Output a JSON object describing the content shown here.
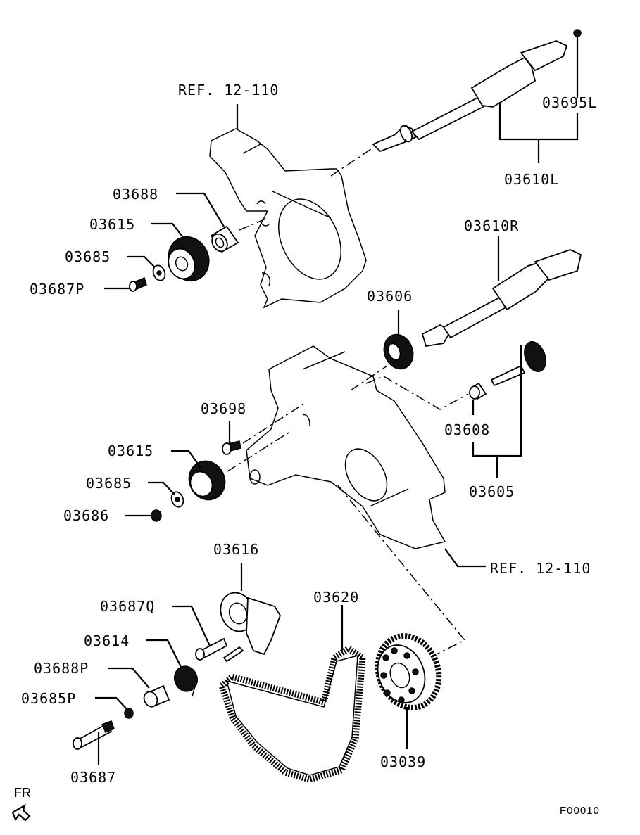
{
  "diagram": {
    "type": "exploded parts diagram",
    "figure_code": "F00010",
    "direction_indicator": "FR",
    "references": [
      {
        "id": "ref-upper",
        "text": "REF. 12-110"
      },
      {
        "id": "ref-lower",
        "text": "REF. 12-110"
      }
    ],
    "part_labels": [
      {
        "id": "p03695L",
        "text": "03695L"
      },
      {
        "id": "p03610L",
        "text": "03610L"
      },
      {
        "id": "p03688",
        "text": "03688"
      },
      {
        "id": "p03615a",
        "text": "03615"
      },
      {
        "id": "p03685a",
        "text": "03685"
      },
      {
        "id": "p03687P",
        "text": "03687P"
      },
      {
        "id": "p03610R",
        "text": "03610R"
      },
      {
        "id": "p03606",
        "text": "03606"
      },
      {
        "id": "p03698",
        "text": "03698"
      },
      {
        "id": "p03615b",
        "text": "03615"
      },
      {
        "id": "p03685b",
        "text": "03685"
      },
      {
        "id": "p03686",
        "text": "03686"
      },
      {
        "id": "p03608",
        "text": "03608"
      },
      {
        "id": "p03605",
        "text": "03605"
      },
      {
        "id": "p03616",
        "text": "03616"
      },
      {
        "id": "p03687Q",
        "text": "03687Q"
      },
      {
        "id": "p03614",
        "text": "03614"
      },
      {
        "id": "p03688P",
        "text": "03688P"
      },
      {
        "id": "p03685P",
        "text": "03685P"
      },
      {
        "id": "p03687",
        "text": "03687"
      },
      {
        "id": "p03620",
        "text": "03620"
      },
      {
        "id": "p03039",
        "text": "03039"
      }
    ]
  }
}
